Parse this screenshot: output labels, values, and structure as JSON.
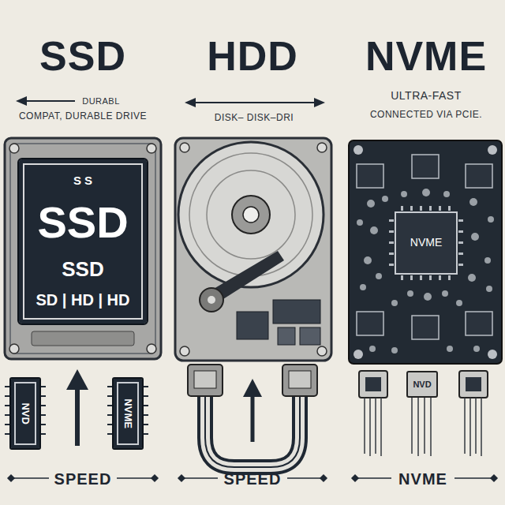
{
  "diagram": {
    "nodes": [
      {
        "text": [
          "S S",
          "SSD",
          "SSD",
          "SD | HD | HD"
        ]
      },
      {
        "text": [
          "NVME"
        ]
      },
      {
        "text": [
          "NVD"
        ]
      },
      {
        "text": [
          "NVME"
        ]
      },
      {
        "text": [
          "NVD"
        ]
      }
    ],
    "labels": [
      "SSD",
      "HDD",
      "NVME",
      "DURABL",
      "COMPAT, DURABLE DRIVE",
      "DISK– DISK–DRI",
      "ULTRA-FAST",
      "CONNECTED VIA PCIE.",
      "SPEED",
      "SPEED",
      "NVME"
    ]
  }
}
